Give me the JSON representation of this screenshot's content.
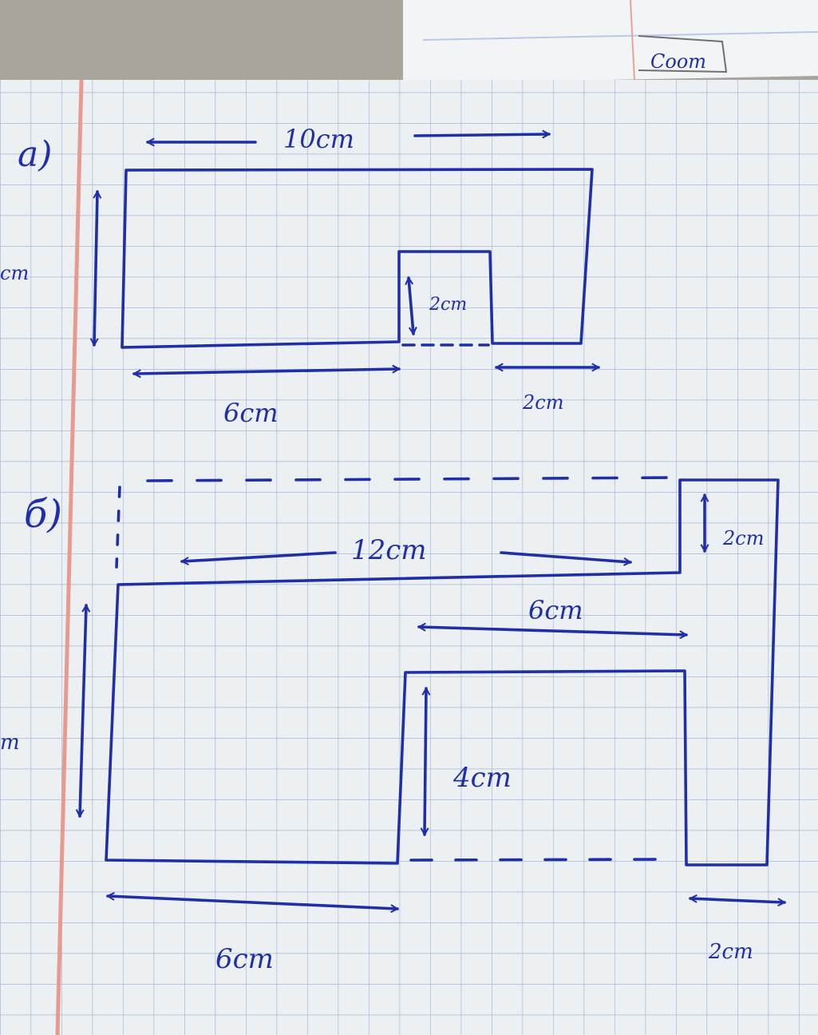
{
  "colors": {
    "ink": "#1f2fa8",
    "grid": "#9fb6d6",
    "margin_line": "#e79a8e",
    "paper": "#edf0f2",
    "table": "#a9a49c",
    "back_paper": "#f3f4f6"
  },
  "background_note": {
    "text": "Coom"
  },
  "figures": [
    {
      "marker": "a)",
      "labels": {
        "top_width": "10cm",
        "left_height": "cm",
        "notch_height": "2cm",
        "bottom_left": "6cm",
        "bottom_right": "2cm"
      }
    },
    {
      "marker": "б)",
      "labels": {
        "top_width": "12cm",
        "right_step": "2cm",
        "notch_width": "6cm",
        "notch_height": "4cm",
        "left_height": "m",
        "bottom_left": "6cm",
        "bottom_right": "2cm"
      }
    }
  ]
}
